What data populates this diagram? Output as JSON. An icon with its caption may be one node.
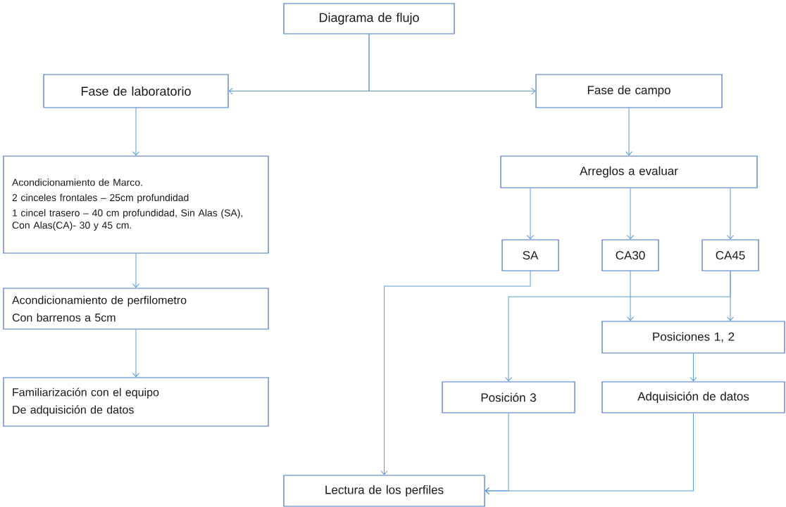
{
  "diagram": {
    "nodes": [
      {
        "text": [
          "Diagrama de flujo"
        ]
      },
      {
        "text": [
          "Fase de laboratorio"
        ]
      },
      {
        "text": [
          "Fase de campo"
        ]
      },
      {
        "text": [
          "Acondicionamiento de Marco.",
          "2 cinceles frontales – 25cm profundidad",
          "1 cincel trasero – 40 cm profundidad, Sin Alas (SA), Con Alas(CA)- 30 y 45 cm."
        ]
      },
      {
        "text": [
          "Acondicionamiento de perfilometro",
          "Con barrenos a 5cm"
        ]
      },
      {
        "text": [
          "Familiarización con el equipo",
          "De adquisición de datos"
        ]
      },
      {
        "text": [
          "Arreglos a evaluar"
        ]
      },
      {
        "text": [
          "SA"
        ]
      },
      {
        "text": [
          "CA30"
        ]
      },
      {
        "text": [
          "CA45"
        ]
      },
      {
        "text": [
          "Posiciones 1, 2"
        ]
      },
      {
        "text": [
          "Posición 3"
        ]
      },
      {
        "text": [
          "Adquisición de datos"
        ]
      },
      {
        "text": [
          "Lectura de los perfiles"
        ]
      }
    ],
    "edges": [
      {
        "from": 0,
        "to": 1,
        "arrow": "to"
      },
      {
        "from": 0,
        "to": 2,
        "arrow": "to"
      },
      {
        "from": 1,
        "to": 3,
        "arrow": "to"
      },
      {
        "from": 3,
        "to": 4,
        "arrow": "to"
      },
      {
        "from": 4,
        "to": 5,
        "arrow": "to"
      },
      {
        "from": 2,
        "to": 6,
        "arrow": "to"
      },
      {
        "from": 6,
        "to": 7,
        "arrow": "to"
      },
      {
        "from": 6,
        "to": 8,
        "arrow": "to"
      },
      {
        "from": 6,
        "to": 9,
        "arrow": "to"
      },
      {
        "from": 7,
        "to": 13,
        "arrow": "to"
      },
      {
        "from": 8,
        "to": 10,
        "arrow": "to"
      },
      {
        "from": 9,
        "to": 10,
        "arrow": "to"
      },
      {
        "from": 9,
        "to": 11,
        "arrow": "to"
      },
      {
        "from": 10,
        "to": 12,
        "arrow": "to"
      },
      {
        "from": 11,
        "to": 13,
        "arrow": "to"
      },
      {
        "from": 12,
        "to": 13,
        "arrow": "to"
      }
    ]
  }
}
